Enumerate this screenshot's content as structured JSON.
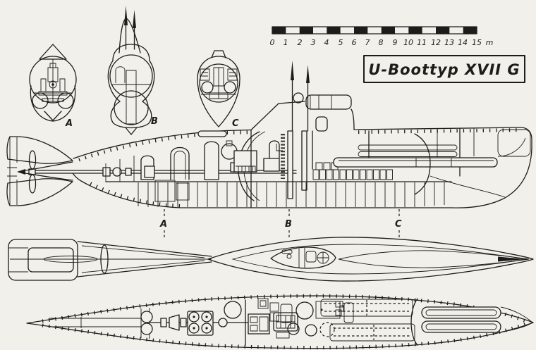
{
  "colors": {
    "ink": "#1d1c1a",
    "paper": "#f2f0ea"
  },
  "title": {
    "text": "U-Boottyp XVII G"
  },
  "scale_bar": {
    "labels": [
      "0",
      "1",
      "2",
      "3",
      "4",
      "5",
      "6",
      "7",
      "8",
      "9",
      "10",
      "11",
      "12",
      "13",
      "14",
      "15"
    ],
    "unit": "m"
  },
  "cross_sections": [
    {
      "label": "A"
    },
    {
      "label": "B"
    },
    {
      "label": "C"
    }
  ],
  "section_markers": [
    {
      "label": "A"
    },
    {
      "label": "B"
    },
    {
      "label": "C"
    }
  ]
}
